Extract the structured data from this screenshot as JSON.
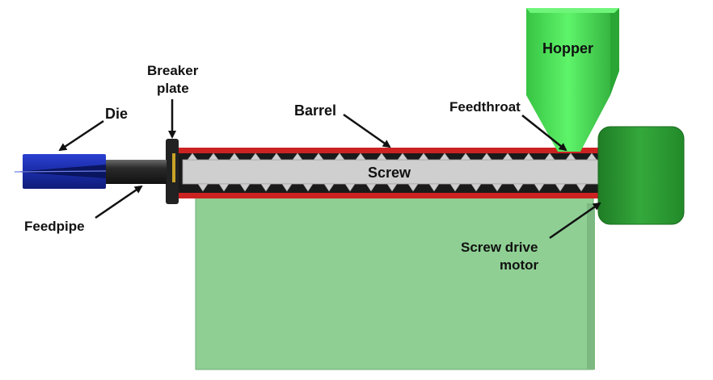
{
  "labels": {
    "die": "Die",
    "breaker_plate_line1": "Breaker",
    "breaker_plate_line2": "plate",
    "barrel": "Barrel",
    "feedthroat": "Feedthroat",
    "hopper": "Hopper",
    "screw": "Screw",
    "feedpipe": "Feedpipe",
    "screw_drive_motor_line1": "Screw drive",
    "screw_drive_motor_line2": "motor"
  },
  "colors": {
    "stand": "#8fcf94",
    "barrel": "#cc2222",
    "screw": "#cfcfcf",
    "die": "#1a2ca8",
    "feedpipe": "#3a3a3a",
    "motor": "#2e9b34",
    "hopper": "#3fd14a",
    "arrow": "#111111"
  }
}
